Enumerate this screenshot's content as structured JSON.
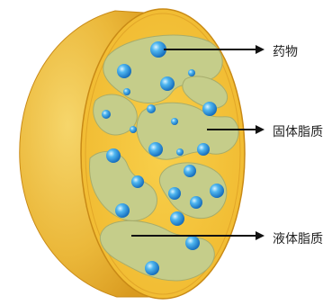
{
  "labels": {
    "drug": "药物",
    "solid_lipid": "固体脂质",
    "liquid_lipid": "液体脂质"
  },
  "colors": {
    "shell_outer": "#e9b533",
    "shell_highlight": "#f4cf5a",
    "cut_face": "#f6c63a",
    "liquid_blob": "#c7cf8d",
    "liquid_blob_edge": "#a9b070",
    "drug_dot": "#1f8fd8",
    "drug_dot_light": "#8fd4ff",
    "arrow": "#111111"
  }
}
